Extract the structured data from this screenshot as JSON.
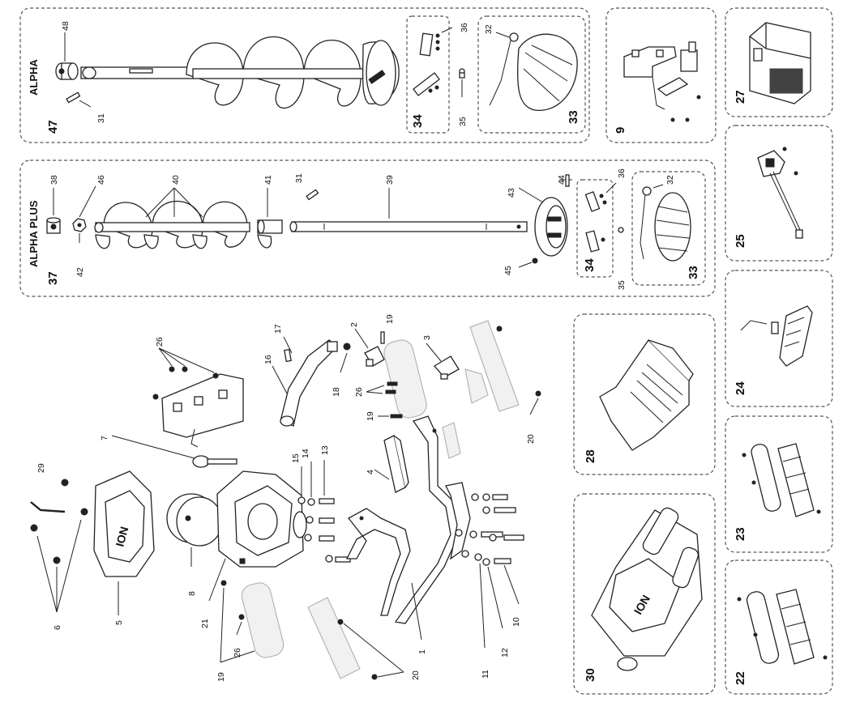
{
  "section_titles": {
    "alpha": "ALPHA",
    "alpha_plus": "ALPHA PLUS"
  },
  "brand_mark": "ION",
  "part_numbers": {
    "p1": "1",
    "p2": "2",
    "p3": "3",
    "p4": "4",
    "p5": "5",
    "p6": "6",
    "p7": "7",
    "p8": "8",
    "p9": "9",
    "p10": "10",
    "p11": "11",
    "p12": "12",
    "p13": "13",
    "p14": "14",
    "p15": "15",
    "p16": "16",
    "p17": "17",
    "p18": "18",
    "p19": "19",
    "p20": "20",
    "p21": "21",
    "p22": "22",
    "p23": "23",
    "p24": "24",
    "p25": "25",
    "p26": "26",
    "p27": "27",
    "p28": "28",
    "p29": "29",
    "p30": "30",
    "p31": "31",
    "p32": "32",
    "p33": "33",
    "p34": "34",
    "p35": "35",
    "p36": "36",
    "p37": "37",
    "p38": "38",
    "p39": "39",
    "p40": "40",
    "p41": "41",
    "p42": "42",
    "p43": "43",
    "p44": "44",
    "p45": "45",
    "p46": "46",
    "p47": "47",
    "p48": "48"
  }
}
